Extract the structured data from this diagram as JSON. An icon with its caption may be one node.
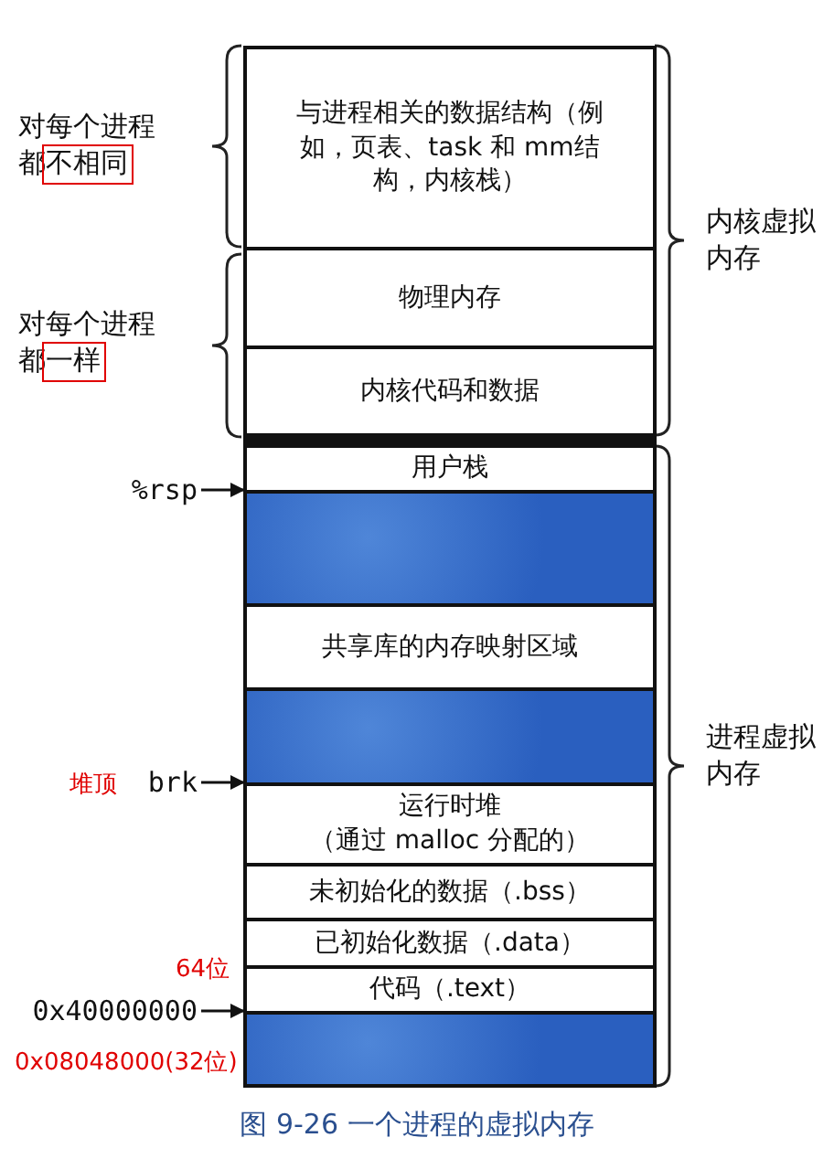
{
  "diagram": {
    "caption": "图 9-26 一个进程的虚拟内存",
    "nodes": [
      {
        "text": [
          "与进程相关的数据结构（例如，页表、task 和 mm结构，内核栈）"
        ]
      },
      {
        "text": [
          "物理内存"
        ]
      },
      {
        "text": [
          "内核代码和数据"
        ]
      },
      {
        "text": [
          "用户栈"
        ]
      },
      {
        "text": [],
        "shape": "bar"
      },
      {
        "text": [
          "共享库的内存映射区域"
        ]
      },
      {
        "text": [],
        "shape": "bar"
      },
      {
        "text": [
          "运行时堆",
          "（通过 malloc 分配的）"
        ]
      },
      {
        "text": [
          "未初始化的数据（.bss）"
        ]
      },
      {
        "text": [
          "已初始化数据（.data）"
        ]
      },
      {
        "text": [
          "代码（.text）"
        ]
      },
      {
        "text": [],
        "shape": "bar"
      },
      {
        "text": [
          "%rsp"
        ]
      },
      {
        "text": [
          "brk"
        ],
        "beside": [
          "堆顶"
        ]
      },
      {
        "text": [
          "0x40000000"
        ],
        "beside": [
          "64位"
        ]
      }
    ],
    "edges": [
      {
        "from": 12,
        "to": 4,
        "arrow": "to"
      },
      {
        "from": 13,
        "to": 7,
        "arrow": "to"
      },
      {
        "from": 14,
        "to": 11,
        "arrow": "to"
      }
    ],
    "labels": [
      "对每个进程都不相同",
      "对每个进程都一样",
      "内核虚拟内存",
      "进程虚拟内存",
      "0x08048000(32位)"
    ]
  }
}
